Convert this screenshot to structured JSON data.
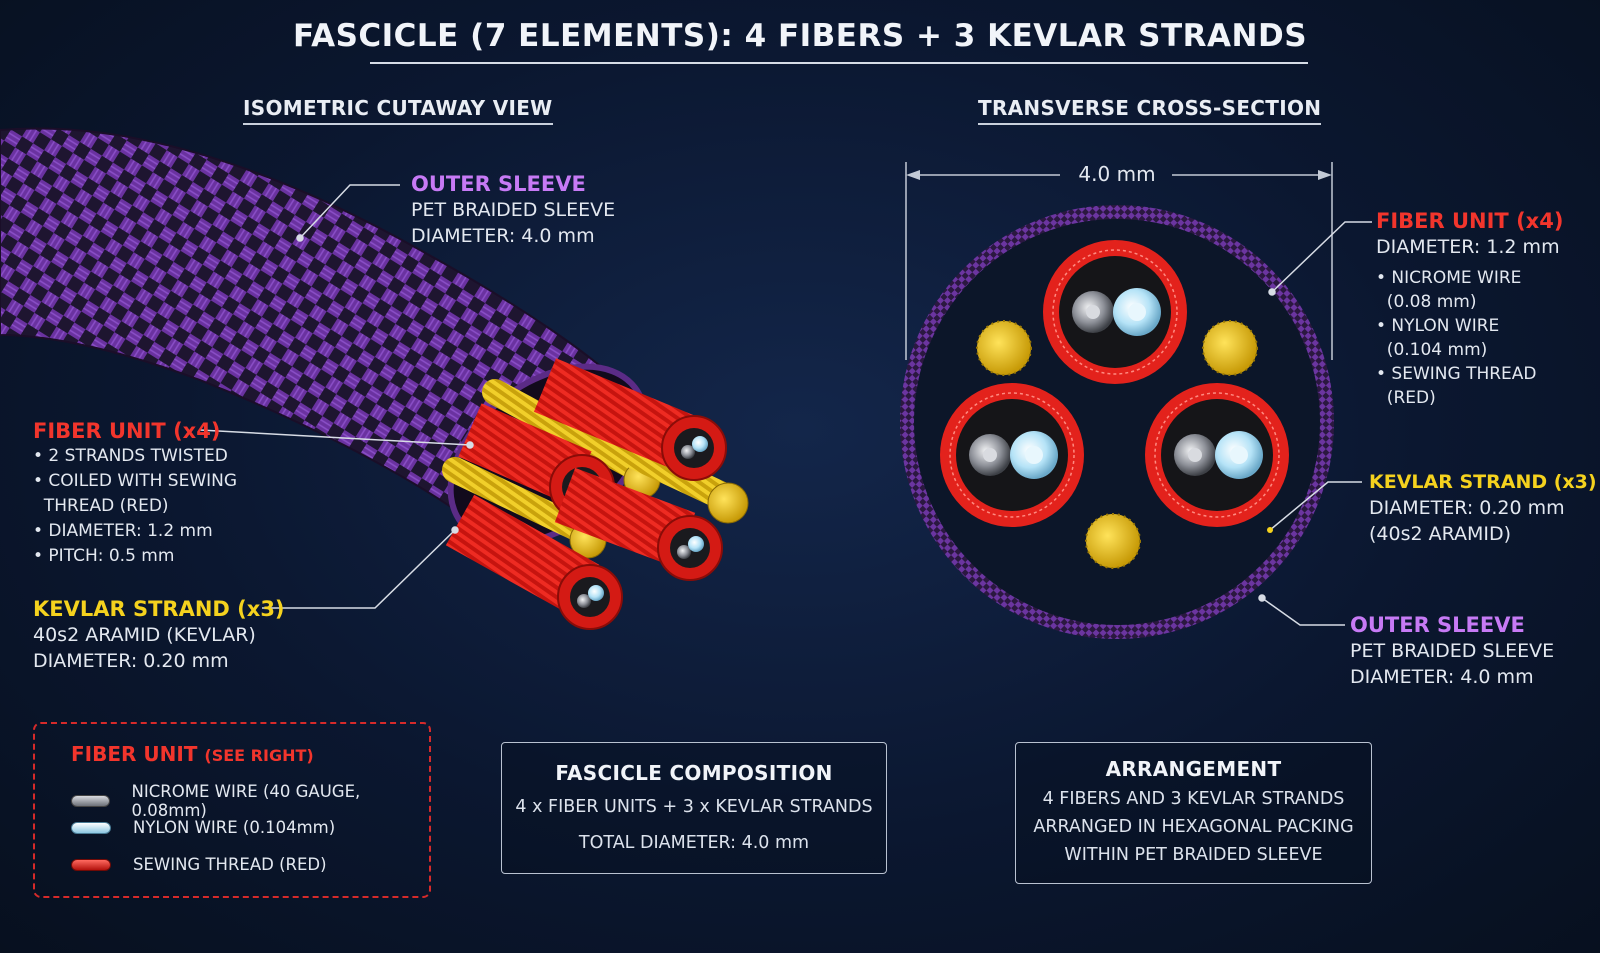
{
  "title": "FASCICLE (7 ELEMENTS): 4 FIBERS + 3 KEVLAR STRANDS",
  "views": {
    "isometric": "ISOMETRIC CUTAWAY VIEW",
    "cross_section": "TRANSVERSE CROSS-SECTION"
  },
  "left_labels": {
    "outer_sleeve": {
      "heading": "OUTER SLEEVE",
      "lines": [
        "PET BRAIDED SLEEVE",
        "DIAMETER: 4.0 mm"
      ]
    },
    "fiber_unit": {
      "heading": "FIBER UNIT (x4)",
      "bullets": [
        "• 2 STRANDS TWISTED",
        "• COILED WITH SEWING",
        "  THREAD (RED)",
        "• DIAMETER: 1.2 mm",
        "• PITCH: 0.5 mm"
      ]
    },
    "kevlar": {
      "heading": "KEVLAR STRAND (x3)",
      "lines": [
        "40s2 ARAMID (KEVLAR)",
        "DIAMETER: 0.20 mm"
      ]
    }
  },
  "right_labels": {
    "dimension": "4.0 mm",
    "fiber_unit": {
      "heading": "FIBER UNIT (x4)",
      "line": "DIAMETER: 1.2 mm",
      "bullets": [
        "• NICROME WIRE",
        "  (0.08 mm)",
        "• NYLON WIRE",
        "  (0.104 mm)",
        "• SEWING THREAD",
        "  (RED)"
      ]
    },
    "kevlar": {
      "heading": "KEVLAR STRAND (x3)",
      "lines": [
        "DIAMETER: 0.20 mm",
        "(40s2 ARAMID)"
      ]
    },
    "outer_sleeve": {
      "heading": "OUTER SLEEVE",
      "lines": [
        "PET BRAIDED SLEEVE",
        "DIAMETER: 4.0 mm"
      ]
    }
  },
  "legend": {
    "title": "FIBER UNIT",
    "title_note": "(SEE RIGHT)",
    "items": [
      {
        "label": "NICROME WIRE (40 GAUGE, 0.08mm)",
        "color": "#9a9ea6"
      },
      {
        "label": "NYLON WIRE (0.104mm)",
        "color": "#aee0f5"
      },
      {
        "label": "SEWING THREAD (RED)",
        "color": "#e3221c"
      }
    ]
  },
  "composition": {
    "heading": "FASCICLE COMPOSITION",
    "lines": [
      "4 x FIBER UNITS + 3 x KEVLAR STRANDS",
      "TOTAL DIAMETER: 4.0 mm"
    ]
  },
  "arrangement": {
    "heading": "ARRANGEMENT",
    "lines": [
      "4 FIBERS AND 3 KEVLAR STRANDS",
      "ARRANGED IN HEXAGONAL PACKING",
      "WITHIN PET BRAIDED SLEEVE"
    ]
  },
  "colors": {
    "sleeve": "#5b2b86",
    "fiber": "#e3221c",
    "kevlar": "#e8c216",
    "background": "#0b1730"
  }
}
